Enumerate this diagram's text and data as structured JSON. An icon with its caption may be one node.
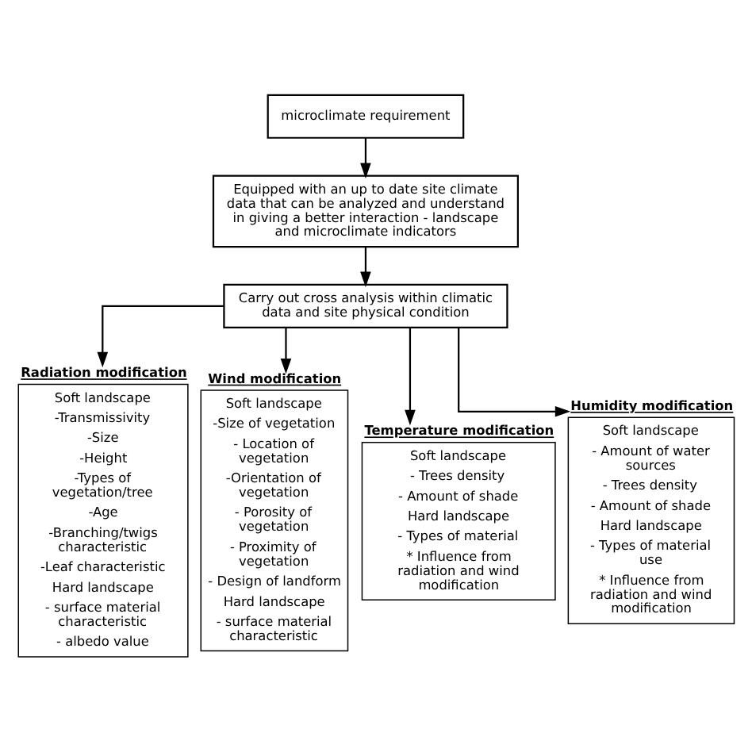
{
  "diagram": {
    "nodes": [
      {
        "text": [
          "microclimate requirement"
        ]
      },
      {
        "text": [
          "Equipped with an up to date site climate data that can be analyzed and understand in giving a better interaction - landscape and microclimate indicators"
        ]
      },
      {
        "text": [
          "Carry out cross analysis within climatic data and site physical condition"
        ]
      },
      {
        "text": [
          "Radiation modification",
          "Soft landscape",
          "-Transmissivity",
          "-Size",
          "-Height",
          "-Types of vegetation/tree",
          "-Age",
          "-Branching/twigs characteristic",
          "-Leaf characteristic",
          "Hard landscape",
          "- surface material characteristic",
          "- albedo value"
        ]
      },
      {
        "text": [
          "Wind modification",
          "Soft landscape",
          "-Size of vegetation",
          "- Location of vegetation",
          "-Orientation of vegetation",
          "- Porosity of vegetation",
          "- Proximity of vegetation",
          "- Design of landform",
          "Hard landscape",
          "- surface material characteristic"
        ]
      },
      {
        "text": [
          "Temperature modification",
          "Soft landscape",
          "- Trees density",
          "- Amount of shade",
          "Hard landscape",
          "- Types of material",
          "* Influence from radiation and wind modification"
        ]
      },
      {
        "text": [
          "Humidity modification",
          "Soft landscape",
          "- Amount of water sources",
          "- Trees density",
          "- Amount of shade",
          "Hard landscape",
          "- Types of material use",
          "* Influence from radiation and wind modification"
        ]
      }
    ],
    "edges": [
      {
        "from": 0,
        "to": 1,
        "arrow": "to"
      },
      {
        "from": 1,
        "to": 2,
        "arrow": "to"
      },
      {
        "from": 2,
        "to": 3,
        "arrow": "to"
      },
      {
        "from": 2,
        "to": 4,
        "arrow": "to"
      },
      {
        "from": 2,
        "to": 5,
        "arrow": "to"
      },
      {
        "from": 2,
        "to": 6,
        "arrow": "to"
      }
    ]
  }
}
